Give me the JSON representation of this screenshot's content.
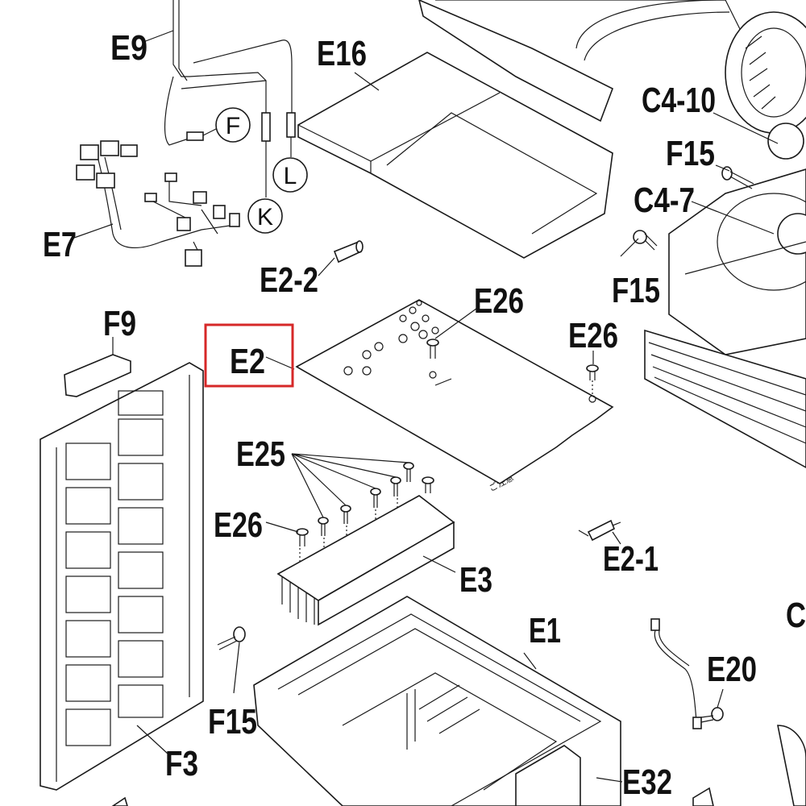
{
  "diagram": {
    "labels": {
      "e9": "E9",
      "e16": "E16",
      "c4_10": "C4-10",
      "f15_top": "F15",
      "c4_7": "C4-7",
      "f15_mid": "F15",
      "e7": "E7",
      "e2_2": "E2-2",
      "e26_center": "E26",
      "e26_right": "E26",
      "f9": "F9",
      "e2": "E2",
      "e25": "E25",
      "e26_left": "E26",
      "e2_1": "E2-1",
      "e3": "E3",
      "e1": "E1",
      "c_edge": "C",
      "e20": "E20",
      "f15_bottom": "F15",
      "f3": "F3",
      "e32": "E32"
    },
    "circled": {
      "f": "F",
      "k": "K",
      "l": "L"
    },
    "highlight_color": "#d62828"
  }
}
